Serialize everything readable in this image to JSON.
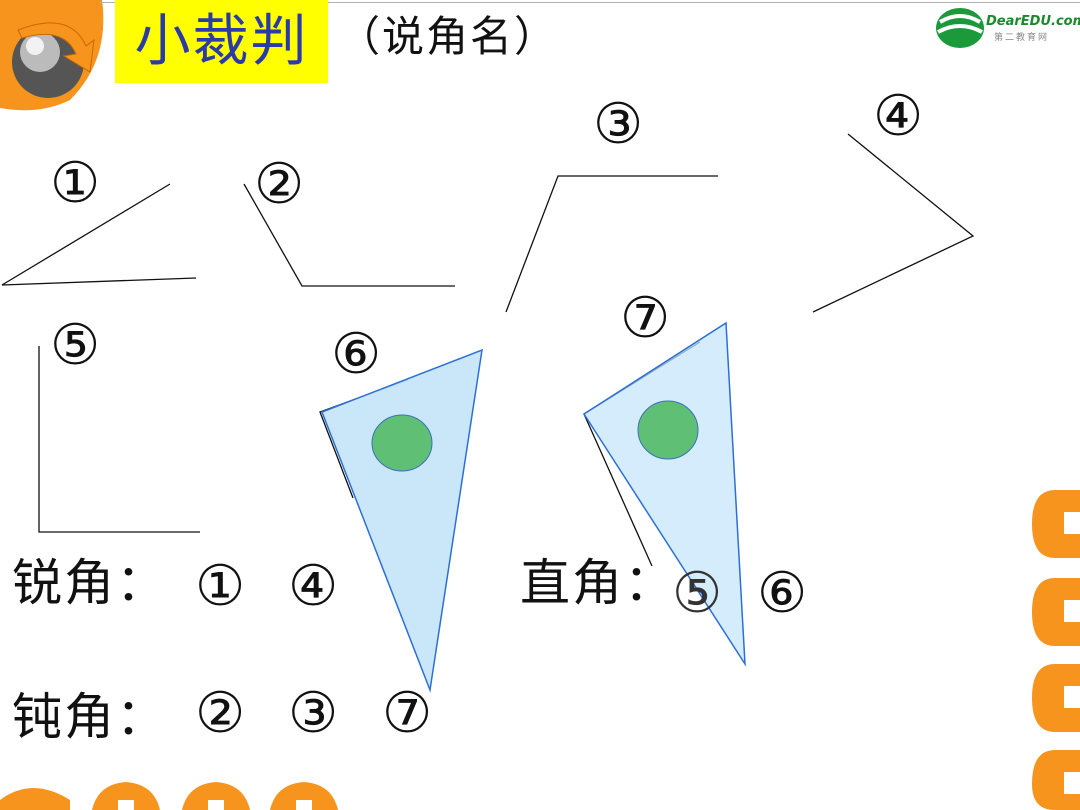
{
  "title": "小裁判",
  "subtitle": "（说角名）",
  "logo": {
    "name": "DearEDU.com",
    "sub": "第二教育网"
  },
  "angle_labels": [
    "①",
    "②",
    "③",
    "④",
    "⑤",
    "⑥",
    "⑦"
  ],
  "answers": {
    "acute": {
      "label": "锐角：",
      "items": [
        "①",
        "④"
      ]
    },
    "right": {
      "label": "直角：",
      "items": [
        "⑤",
        "⑥"
      ]
    },
    "obtuse": {
      "label": "钝角：",
      "items": [
        "②",
        "③",
        "⑦"
      ]
    }
  },
  "colors": {
    "title_bg": "#ffff00",
    "title_text": "#2a3aa8",
    "triangle_fill": "#c6e5fa",
    "triangle_stroke": "#2c6fd6",
    "dot_fill": "#5fbf75",
    "decor_orange": "#f7941d"
  }
}
